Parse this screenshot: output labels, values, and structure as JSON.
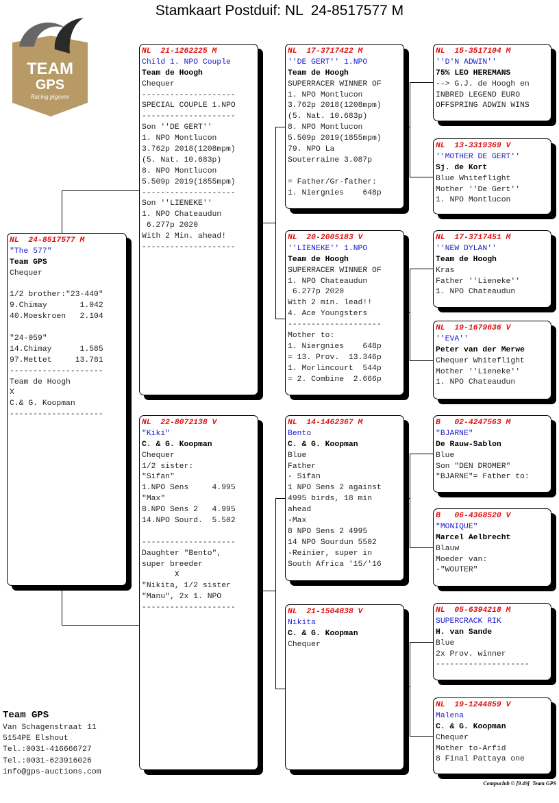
{
  "title": "Stamkaart Postduif: NL  24-8517577 M",
  "logo": {
    "text_top": "TEAM",
    "text_bottom": "GPS",
    "tagline": "Racing pigeons",
    "colors": {
      "gold": "#b89a66",
      "grey": "#666666",
      "dark": "#2a2a2a"
    }
  },
  "pedigree": {
    "subject": [
      "NL  24-8517577 M",
      "\"The 577\"",
      "Team GPS",
      "Chequer",
      "",
      "1/2 brother:\"23-440\"",
      "9.Chimay       1.042",
      "40.Moeskroen   2.104",
      "",
      "\"24-059\"",
      "14.Chimay      1.585",
      "97.Mettet     13.781",
      "--------------------",
      "Team de Hoogh",
      "X",
      "C.& G. Koopman",
      "--------------------"
    ],
    "sire": [
      "NL  21-1262225 M",
      "Child 1. NPO Couple",
      "Team de Hoogh",
      "Chequer",
      "--------------------",
      "SPECIAL COUPLE 1.NPO",
      "--------------------",
      "Son ''DE GERT''",
      "1. NPO Montlucon",
      "3.762p 2018(1208mpm)",
      "(5. Nat. 10.683p)",
      "8. NPO Montlucon",
      "5.509p 2019(1855mpm)",
      "--------------------",
      "Son ''LIENEKE''",
      "1. NPO Chateaudun",
      " 6.277p 2020",
      "With 2 Min. ahead!",
      "--------------------"
    ],
    "dam": [
      "NL  22-8072138 V",
      "\"Kiki\"",
      "C. & G. Koopman",
      "Chequer",
      "1/2 sister:",
      "\"Sifan\"",
      "1.NPO Sens     4.995",
      "\"Max\"",
      "8.NPO Sens 2   4.995",
      "14.NPO Sourd.  5.502",
      "",
      "--------------------",
      "Daughter \"Bento\",",
      "super breeder",
      "       X",
      "\"Nikita, 1/2 sister",
      "\"Manu\", 2x 1. NPO",
      "--------------------"
    ],
    "ss": [
      "NL  17-3717422 M",
      "''DE GERT'' 1.NPO",
      "Team de Hoogh",
      "SUPERRACER WINNER OF",
      "1. NPO Montlucon",
      "3.762p 2018(1208mpm)",
      "(5. Nat. 10.683p)",
      "8. NPO Montlucon",
      "5.509p 2019(1855mpm)",
      "79. NPO La",
      "Souterraine 3.087p",
      "",
      "= Father/Gr-father:",
      "1. Niergnies    648p"
    ],
    "sd": [
      "NL  20-2005183 V",
      "''LIENEKE'' 1.NPO",
      "Team de Hoogh",
      "SUPERRACER WINNER OF",
      "1. NPO Chateaudun",
      " 6.277p 2020",
      "With 2 min. lead!!",
      "4. Ace Youngsters",
      "--------------------",
      "Mother to:",
      "1. Niergnies    648p",
      "= 13. Prov.  13.346p",
      "1. Morlincourt  544p",
      "= 2. Combine  2.666p"
    ],
    "ds": [
      "NL  14-1462367 M",
      "Bento",
      "C. & G. Koopman",
      "Blue",
      "Father",
      "- Sifan",
      "1 NPO Sens 2 against",
      "4995 birds, 18 min",
      "ahead",
      "-Max",
      "8 NPO Sens 2 4995",
      "14 NPO Sourdun 5502",
      "-Reinier, super in",
      "South Africa '15/'16"
    ],
    "dd": [
      "NL  21-1504838 V",
      "Nikita",
      "C. & G. Koopman",
      "Chequer"
    ],
    "sss": [
      "NL  15-3517104 M",
      "''D'N ADWIN''",
      "75% LEO HEREMANS",
      "--> G.J. de Hoogh en",
      "INBRED LEGEND EURO",
      "OFFSPRING ADWIN WINS"
    ],
    "ssd": [
      "NL  13-3319369 V",
      "''MOTHER DE GERT''",
      "Sj. de Kort",
      "Blue Whiteflight",
      "Mother ''De Gert''",
      "1. NPO Montlucon"
    ],
    "sds": [
      "NL  17-3717451 M",
      "''NEW DYLAN''",
      "Team de Hoogh",
      "Kras",
      "Father ''Lieneke''",
      "1. NPO Chateaudun"
    ],
    "sdd": [
      "NL  19-1679636 V",
      "''EVA''",
      "Peter van der Merwe",
      "Chequer Whiteflight",
      "Mother ''Lieneke''",
      "1. NPO Chateaudun"
    ],
    "dss": [
      "B   02-4247563 M",
      "\"BJARNE\"",
      "De Rauw-Sablon",
      "Blue",
      "Son \"DEN DROMER\"",
      "\"BJARNE\"= Father to:"
    ],
    "dsd": [
      "B   06-4368520 V",
      "\"MONIQUE\"",
      "Marcel Aelbrecht",
      "Blauw",
      "Moeder van:",
      "-\"WOUTER\""
    ],
    "dds": [
      "NL  05-6394218 M",
      "SUPERCRACK RIK",
      "H. van Sande",
      "Blue",
      "2x Prov. winner",
      "--------------------"
    ],
    "ddd": [
      "NL  19-1244859 V",
      "Malena",
      "C. & G. Koopman",
      "Chequer",
      "Mother to-Arfid",
      "8 Final Pattaya one"
    ]
  },
  "footer": {
    "name": "Team GPS",
    "address": "Van Schagenstraat 11",
    "city": "5154PE  Elshout",
    "tel1": "Tel.:0031-416666727",
    "tel2": "Tel.:0031-623916026",
    "email": "info@gps-auctions.com"
  },
  "credit": "Compuclub © [9.49]  Team GPS"
}
